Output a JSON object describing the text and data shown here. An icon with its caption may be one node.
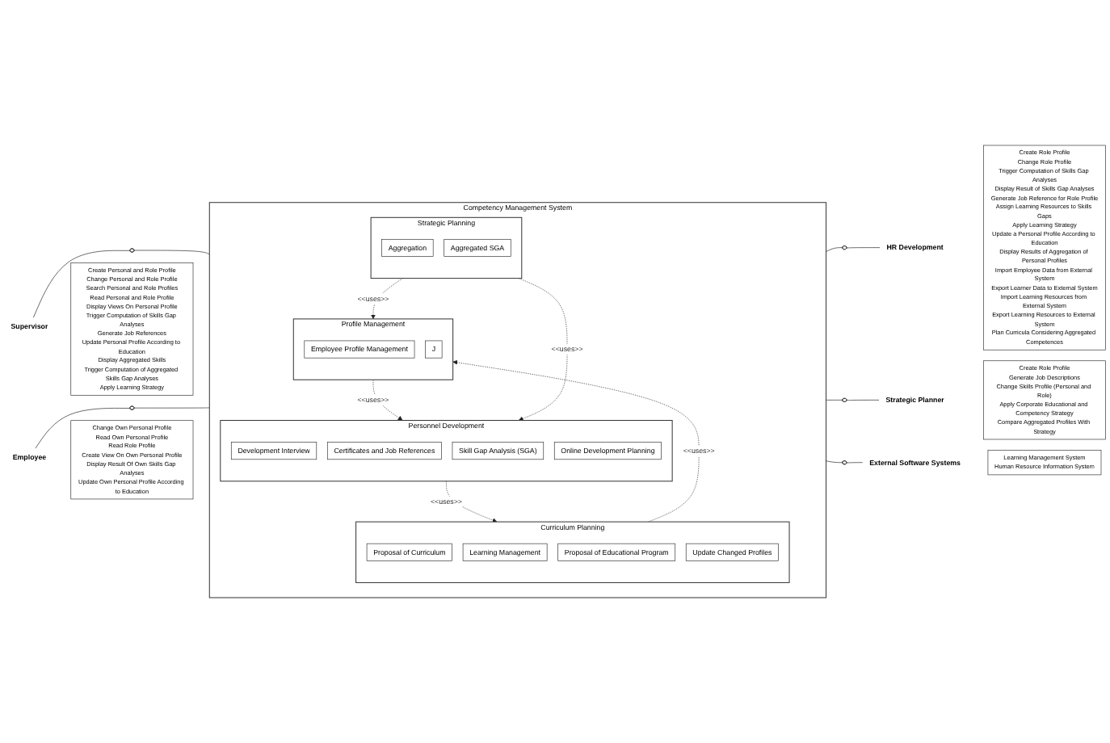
{
  "diagram": {
    "nodes": [
      {
        "text": [
          "Competency Management System"
        ]
      },
      {
        "text": [
          "Profile Management"
        ],
        "in": 0
      },
      {
        "text": [
          "Employee Profile Management"
        ],
        "in": 1
      },
      {
        "text": [
          "J"
        ],
        "in": 1
      },
      {
        "text": [
          "Personnel Development"
        ],
        "in": 0
      },
      {
        "text": [
          "Development Interview"
        ],
        "in": 4
      },
      {
        "text": [
          "Certificates and Job References"
        ],
        "in": 4
      },
      {
        "text": [
          "Skill Gap Analysis (SGA)"
        ],
        "in": 4
      },
      {
        "text": [
          "Online Development Planning"
        ],
        "in": 4
      },
      {
        "text": [
          "Curriculum Planning"
        ],
        "in": 0
      },
      {
        "text": [
          "Proposal of Curriculum"
        ],
        "in": 9
      },
      {
        "text": [
          "Learning Management"
        ],
        "in": 9
      },
      {
        "text": [
          "Proposal of Educational Program"
        ],
        "in": 9
      },
      {
        "text": [
          "Update Changed Profiles"
        ],
        "in": 9
      },
      {
        "text": [
          "Strategic Planning"
        ],
        "in": 0
      },
      {
        "text": [
          "Aggregation"
        ],
        "in": 14
      },
      {
        "text": [
          "Aggregated SGA"
        ],
        "in": 14
      },
      {
        "text": [
          "Supervisor"
        ]
      },
      {
        "text": [],
        "shape": "ellipse"
      },
      {
        "text": [
          "Create Personal and Role Profile",
          "Change Personal and Role Profile",
          "Search Personal and Role Profiles",
          "Read Personal and Role Profile",
          "Display Views On Personal Profile",
          "Trigger Computation of Skills Gap Analyses",
          "Generate Job References",
          "Update Personal Profile According to Education",
          "Display Aggregated Skills",
          "Trigger Computation of Aggregated Skills Gap Analyses",
          "Apply Learning Strategy"
        ]
      },
      {
        "text": [
          "Employee"
        ]
      },
      {
        "text": [],
        "shape": "ellipse"
      },
      {
        "text": [
          "Change Own Personal Profile",
          "Read Own Personal Profile",
          "Read Role Profile",
          "Create View On Own Personal Profile",
          "Display Result Of Own Skills Gap Analyses",
          "Update Own Personal Profile According to Education"
        ]
      },
      {
        "text": [
          "HR Development"
        ]
      },
      {
        "text": [],
        "shape": "ellipse"
      },
      {
        "text": [
          "Create Role Profile",
          "Change Role Profile",
          "Trigger Computation of Skills Gap Analyses",
          "Display Result of Skills Gap Analyses",
          "Generate Job Reference for Role Profile",
          "Assign Learning Resources to Skills Gaps",
          "Apply Learning Strategy",
          "Update a Personal Profile According to Education",
          "Display Results of Aggregation of Personal Profiles",
          "Import Employee Data from External System",
          "Export Learner Data to External System",
          "Import Learning Resources from External System",
          "Export Learning Resources to External System",
          "Plan Curricula Considering Aggregated Competences"
        ]
      },
      {
        "text": [
          "Strategic Planner"
        ]
      },
      {
        "text": [],
        "shape": "ellipse"
      },
      {
        "text": [
          "Create Role Profile",
          "Generate Job Descriptions",
          "Change Skills Profile (Personal and Role)",
          "Apply Corporate Educational and Competency Strategy",
          "Compare Aggregated Profiles With Strategy"
        ]
      },
      {
        "text": [
          "External Software Systems"
        ]
      },
      {
        "text": [],
        "shape": "ellipse"
      },
      {
        "text": [
          "Learning Management System",
          "Human Resource Information System"
        ]
      }
    ],
    "edges": [
      {
        "from": 1,
        "to": 4,
        "arrow": "to",
        "label": "<<uses>>",
        "style": "dashed"
      },
      {
        "from": 14,
        "to": 1,
        "arrow": "to",
        "label": "<<uses>>",
        "style": "dashed"
      },
      {
        "from": 9,
        "to": 1,
        "arrow": "to",
        "label": "<<uses>>",
        "style": "dashed"
      },
      {
        "from": 4,
        "to": 9,
        "arrow": "to",
        "label": "<<uses>>",
        "style": "dashed"
      },
      {
        "from": 14,
        "to": 4,
        "arrow": "to",
        "label": "<<uses>>",
        "style": "dashed"
      },
      {
        "from": 17,
        "to": 18,
        "arrow": "none"
      },
      {
        "from": 18,
        "to": 0,
        "arrow": "none"
      },
      {
        "from": 20,
        "to": 21,
        "arrow": "none"
      },
      {
        "from": 21,
        "to": 0,
        "arrow": "none"
      },
      {
        "from": 0,
        "to": 24,
        "arrow": "none"
      },
      {
        "from": 24,
        "to": 23,
        "arrow": "none"
      },
      {
        "from": 0,
        "to": 27,
        "arrow": "none"
      },
      {
        "from": 27,
        "to": 26,
        "arrow": "none"
      },
      {
        "from": 0,
        "to": 30,
        "arrow": "none"
      },
      {
        "from": 30,
        "to": 29,
        "arrow": "none"
      }
    ]
  }
}
